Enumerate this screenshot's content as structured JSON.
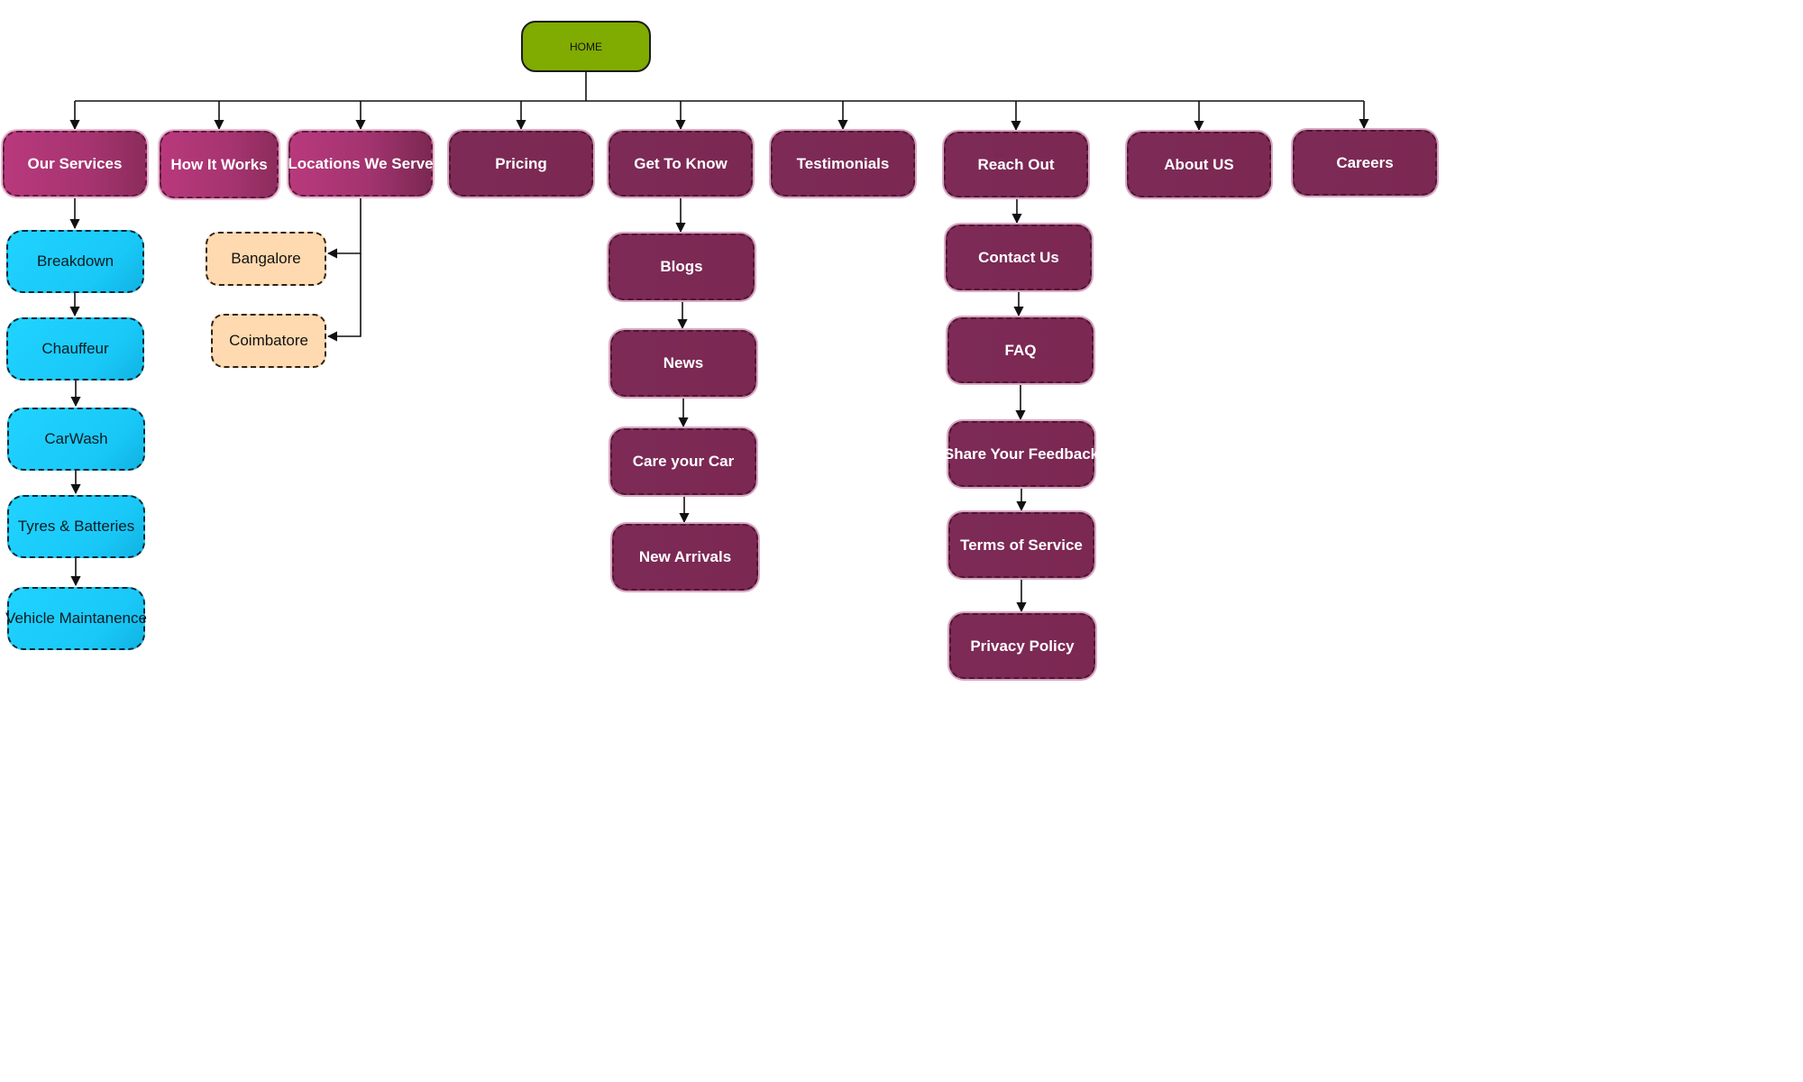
{
  "colors": {
    "home": "#80ab00",
    "top_level_pink": "#b8397c",
    "top_level_maroon": "#7d2a57",
    "services_cyan": "#20d3ff",
    "locations_peach": "#ffd9b0",
    "connector": "#111111"
  },
  "diagram": {
    "root": {
      "label": "HOME"
    },
    "top_nodes": [
      {
        "id": "our-services",
        "label": "Our Services"
      },
      {
        "id": "how-it-works",
        "label": "How It Works"
      },
      {
        "id": "locations",
        "label": "Locations We Serve"
      },
      {
        "id": "pricing",
        "label": "Pricing"
      },
      {
        "id": "get-to-know",
        "label": "Get To Know"
      },
      {
        "id": "testimonials",
        "label": "Testimonials"
      },
      {
        "id": "reach-out",
        "label": "Reach Out"
      },
      {
        "id": "about-us",
        "label": "About US"
      },
      {
        "id": "careers",
        "label": "Careers"
      }
    ],
    "services": [
      "Breakdown",
      "Chauffeur",
      "CarWash",
      "Tyres & Batteries",
      "Vehicle Maintanence"
    ],
    "locations": [
      "Bangalore",
      "Coimbatore"
    ],
    "get_to_know": [
      "Blogs",
      "News",
      "Care your Car",
      "New Arrivals"
    ],
    "reach_out": [
      "Contact Us",
      "FAQ",
      "Share Your Feedback",
      "Terms of Service",
      "Privacy Policy"
    ]
  }
}
